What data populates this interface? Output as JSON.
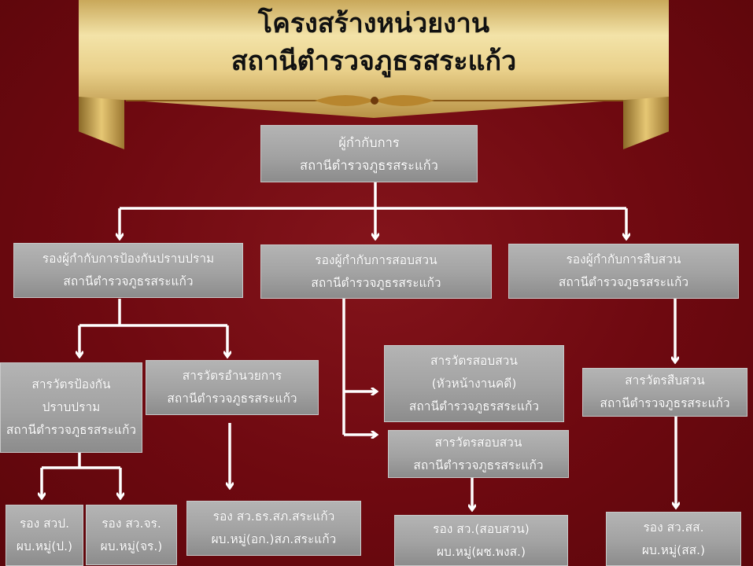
{
  "title": {
    "line1": "โครงสร้างหน่วยงาน",
    "line2": "สถานีตำรวจภูธรสระแก้ว"
  },
  "chart": {
    "top": {
      "line1": "ผู้กำกับการ",
      "line2": "สถานีตำรวจภูธรสระแก้ว"
    },
    "deputies": [
      {
        "line1": "รองผู้กำกับการป้องกันปราบปราม",
        "line2": "สถานีตำรวจภูธรสระแก้ว"
      },
      {
        "line1": "รองผู้กำกับการสอบสวน",
        "line2": "สถานีตำรวจภูธรสระแก้ว"
      },
      {
        "line1": "รองผู้กำกับการสืบสวน",
        "line2": "สถานีตำรวจภูธรสระแก้ว"
      }
    ],
    "inspectors": [
      {
        "line1": "สารวัตรป้องกัน",
        "line2": "ปราบปราม",
        "line3": "สถานีตำรวจภูธรสระแก้ว"
      },
      {
        "line1": "สารวัตรอำนวยการ",
        "line2": "สถานีตำรวจภูธรสระแก้ว"
      },
      {
        "line1": "สารวัตรสอบสวน",
        "line2": "(หัวหน้างานคดี)",
        "line3": "สถานีตำรวจภูธรสระแก้ว"
      },
      {
        "line1": "สารวัตรสอบสวน",
        "line2": "สถานีตำรวจภูธรสระแก้ว"
      },
      {
        "line1": "สารวัตรสืบสวน",
        "line2": "สถานีตำรวจภูธรสระแก้ว"
      }
    ],
    "sub": [
      {
        "line1": "รอง สวป.",
        "line2": "ผบ.หมู่(ป.)"
      },
      {
        "line1": "รอง สว.จร.",
        "line2": "ผบ.หมู่(จร.)"
      },
      {
        "line1": "รอง สว.ธร.สภ.สระแก้ว",
        "line2": "ผบ.หมู่(อก.)สภ.สระแก้ว"
      },
      {
        "line1": "รอง สว.(สอบสวน)",
        "line2": "ผบ.หมู่(ผช.พงส.)"
      },
      {
        "line1": "รอง สว.สส.",
        "line2": "ผบ.หมู่(สส.)"
      }
    ]
  },
  "colors": {
    "background": "#6e0910",
    "box": "#a2a2a2",
    "gold": "#e9d08a"
  }
}
